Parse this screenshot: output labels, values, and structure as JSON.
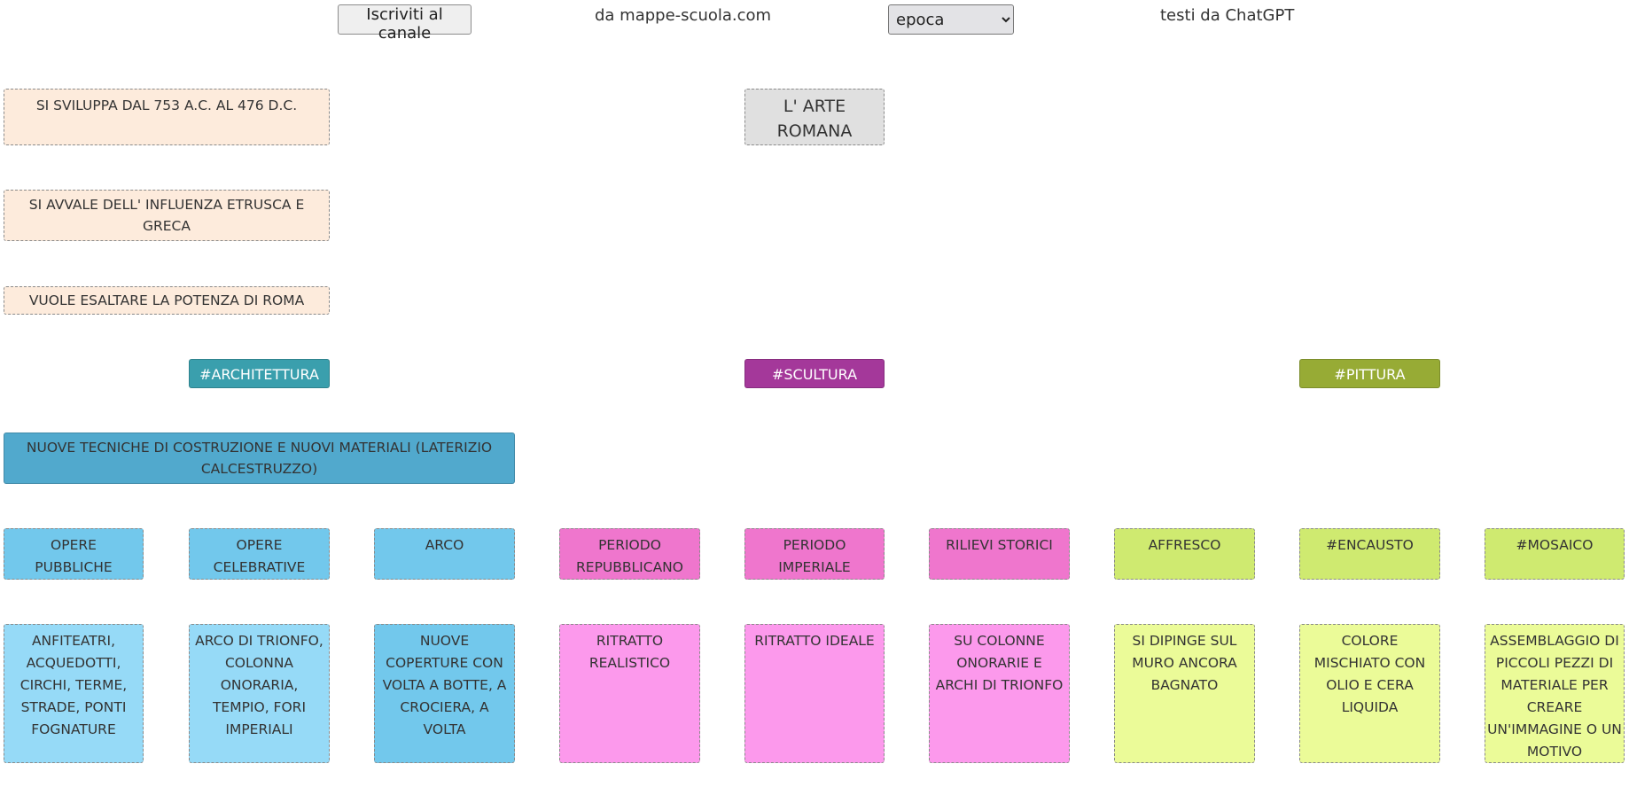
{
  "topbar": {
    "subscribe_button": "Iscriviti al canale",
    "source_text": "da mappe-scuola.com",
    "select_value": "epoca",
    "credits_text": "testi da ChatGPT"
  },
  "map": {
    "title": "L' ARTE ROMANA",
    "intro": [
      "SI SVILUPPA DAL 753 A.C. AL 476 D.C.",
      "SI AVVALE DELL' INFLUENZA ETRUSCA E GRECA",
      "VUOLE ESALTARE LA POTENZA DI ROMA"
    ],
    "categories": {
      "architettura": "#ARCHITETTURA",
      "scultura": "#SCULTURA",
      "pittura": "#PITTURA"
    },
    "architettura_note": "NUOVE TECNICHE DI COSTRUZIONE E NUOVI MATERIALI (LATERIZIO CALCESTRUZZO)",
    "topics": [
      {
        "label": "OPERE PUBBLICHE",
        "detail": "ANFITEATRI, ACQUEDOTTI, CIRCHI, TERME, STRADE, PONTI FOGNATURE"
      },
      {
        "label": "OPERE CELEBRATIVE",
        "detail": "ARCO DI TRIONFO, COLONNA ONORARIA, TEMPIO, FORI IMPERIALI"
      },
      {
        "label": "ARCO",
        "detail": "NUOVE COPERTURE CON VOLTA A BOTTE, A CROCIERA, A VOLTA"
      },
      {
        "label": "PERIODO REPUBBLICANO",
        "detail": "RITRATTO REALISTICO"
      },
      {
        "label": "PERIODO IMPERIALE",
        "detail": "RITRATTO IDEALE"
      },
      {
        "label": "RILIEVI STORICI",
        "detail": "SU COLONNE ONORARIE E ARCHI DI TRIONFO"
      },
      {
        "label": "AFFRESCO",
        "detail": "SI DIPINGE SUL MURO ANCORA BAGNATO"
      },
      {
        "label": "#ENCAUSTO",
        "detail": "COLORE MISCHIATO CON OLIO E CERA LIQUIDA"
      },
      {
        "label": "#MOSAICO",
        "detail": "ASSEMBLAGGIO DI PICCOLI PEZZI DI MATERIALE PER CREARE UN'IMMAGINE O UN MOTIVO"
      }
    ],
    "colors": {
      "architettura": "#3a9fad",
      "scultura": "#a4389a",
      "pittura": "#97ab35"
    }
  }
}
